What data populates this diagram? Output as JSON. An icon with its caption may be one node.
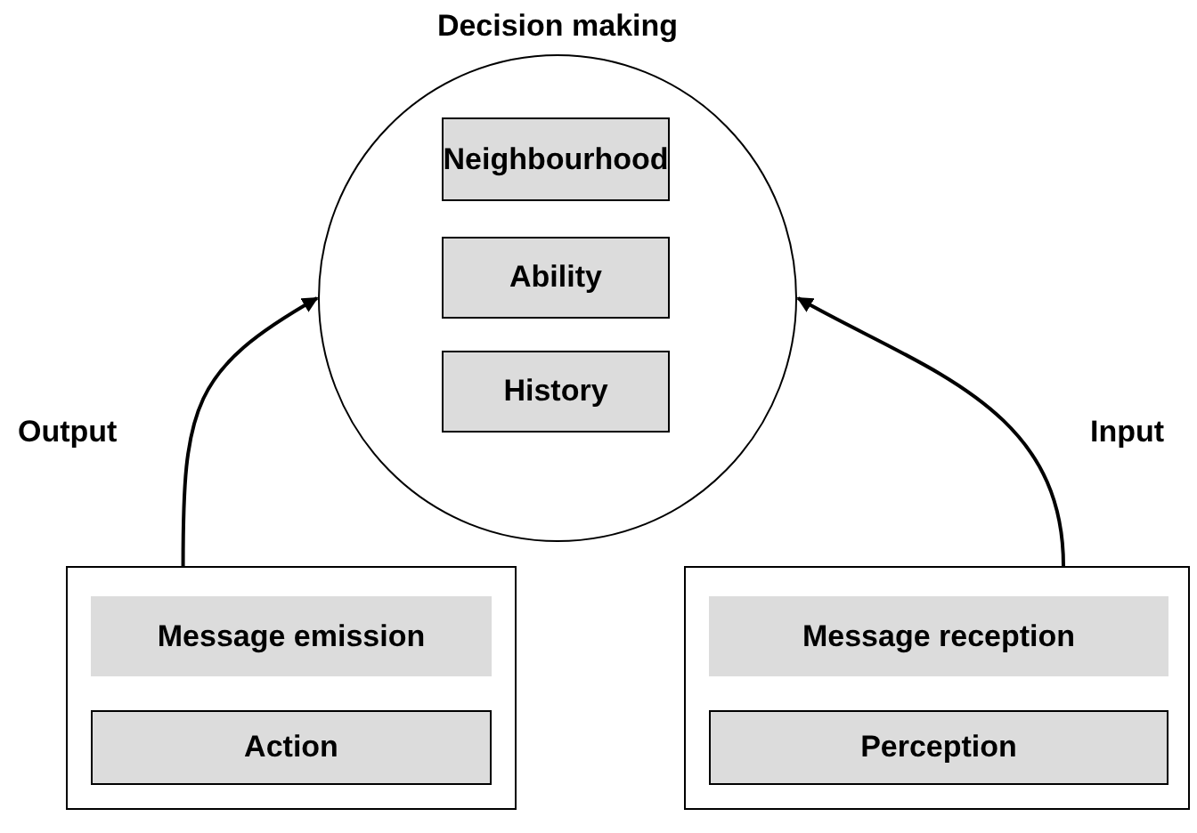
{
  "diagram": {
    "nodes": [
      {
        "text": [
          "Decision making"
        ]
      },
      {
        "text": [
          "Neighbourhood"
        ],
        "in": 0
      },
      {
        "text": [
          "Ability"
        ],
        "in": 0
      },
      {
        "text": [
          "History"
        ],
        "in": 0
      },
      {
        "text": [],
        "shape": "box"
      },
      {
        "text": [
          "Message emission"
        ],
        "in": 4
      },
      {
        "text": [
          "Action"
        ],
        "in": 4
      },
      {
        "text": [],
        "shape": "box"
      },
      {
        "text": [
          "Message reception"
        ],
        "in": 7
      },
      {
        "text": [
          "Perception"
        ],
        "in": 7
      }
    ],
    "edges": [
      {
        "from": 4,
        "to": 0,
        "arrow": "to",
        "label": "Output"
      },
      {
        "from": 7,
        "to": 0,
        "arrow": "to",
        "label": "Input"
      }
    ]
  }
}
